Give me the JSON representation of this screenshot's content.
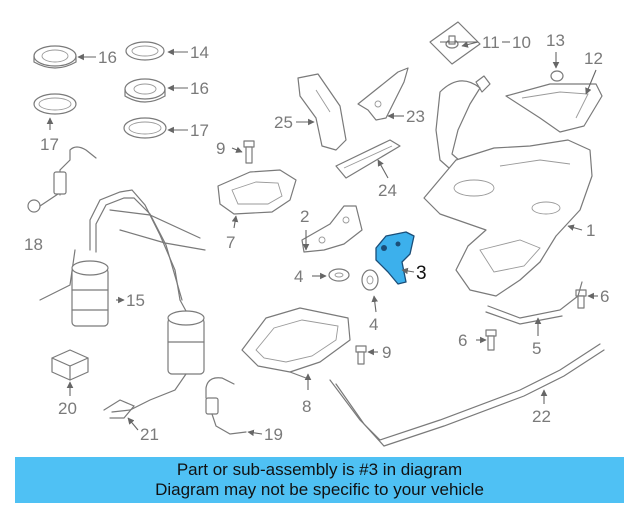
{
  "diagram": {
    "highlighted_callout": "3",
    "highlight_color": "#3cb0ec",
    "callouts": [
      "1",
      "2",
      "3",
      "4",
      "4",
      "5",
      "6",
      "6",
      "7",
      "8",
      "9",
      "9",
      "10",
      "11",
      "12",
      "13",
      "14",
      "15",
      "16",
      "16",
      "17",
      "17",
      "18",
      "19",
      "20",
      "21",
      "22",
      "23",
      "24",
      "25"
    ]
  },
  "banner": {
    "line1": "Part or sub-assembly is #3 in diagram",
    "line2": "Diagram may not be specific to your vehicle",
    "background": "#4fc1f4"
  }
}
